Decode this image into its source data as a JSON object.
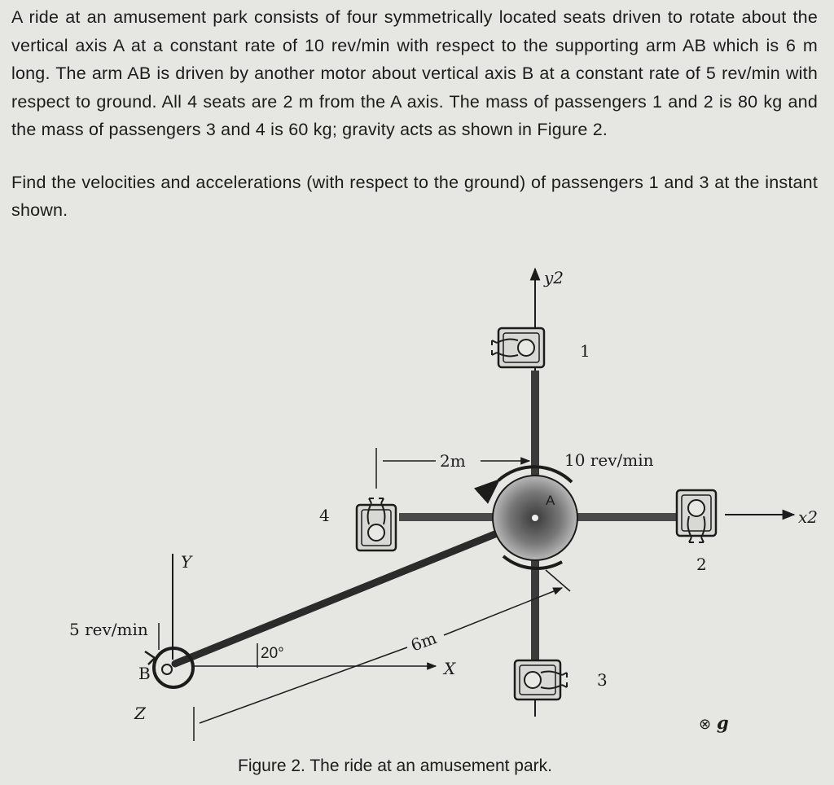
{
  "problem": {
    "paragraph1": "A ride at an amusement park consists of four symmetrically located seats driven to rotate about the vertical axis A at a constant rate of 10 rev/min with respect to the supporting arm AB which is 6 m long. The arm AB is driven by another motor about vertical axis B at a constant rate of 5 rev/min with respect to ground. All 4 seats are 2 m from the A axis. The mass of passengers 1 and 2 is 80 kg and the mass of passengers 3 and 4 is 60 kg; gravity acts as shown in Figure 2.",
    "paragraph2": "Find the velocities and accelerations (with respect to the ground) of passengers 1 and 3 at the instant shown."
  },
  "figure": {
    "caption": "Figure 2. The ride at an amusement park.",
    "labels": {
      "y2": "y2",
      "x2": "x2",
      "seat1": "1",
      "seat2": "2",
      "seat3": "3",
      "seat4": "4",
      "dim_2m": "2m",
      "rate_A": "10 rev/min",
      "hub_A": "A",
      "rate_B": "5 rev/min",
      "axis_B": "B",
      "Y": "Y",
      "X": "X",
      "Z": "Z",
      "angle": "20°",
      "dim_6m": "6m",
      "gravity": "g",
      "gravity_symbol": "⊗"
    }
  }
}
